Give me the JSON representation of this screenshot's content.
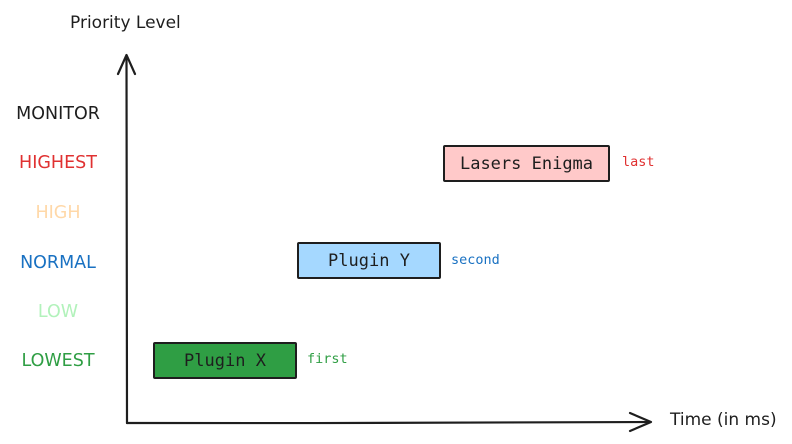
{
  "axes": {
    "y_title": "Priority Level",
    "x_title": "Time (in ms)"
  },
  "levels": [
    {
      "label": "MONITOR",
      "color": "#1e1e1e"
    },
    {
      "label": "HIGHEST",
      "color": "#e03131"
    },
    {
      "label": "HIGH",
      "color": "#ffd8a8"
    },
    {
      "label": "NORMAL",
      "color": "#1971c2"
    },
    {
      "label": "LOW",
      "color": "#b2f2bb"
    },
    {
      "label": "LOWEST",
      "color": "#2f9e44"
    }
  ],
  "events": [
    {
      "name": "Plugin X",
      "order": "first",
      "level": "LOWEST",
      "fill": "#2f9e44",
      "text_color": "#1e1e1e",
      "tag_color": "#2f9e44"
    },
    {
      "name": "Plugin Y",
      "order": "second",
      "level": "NORMAL",
      "fill": "#a5d8ff",
      "text_color": "#1e1e1e",
      "tag_color": "#1971c2"
    },
    {
      "name": "Lasers Enigma",
      "order": "last",
      "level": "HIGHEST",
      "fill": "#ffc9c9",
      "text_color": "#1e1e1e",
      "tag_color": "#e03131"
    }
  ]
}
